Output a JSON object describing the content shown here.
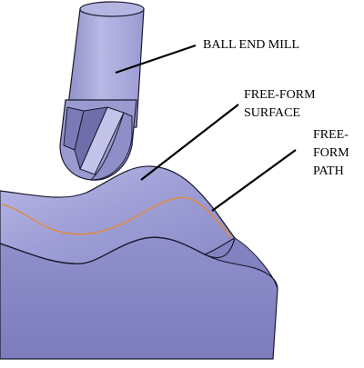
{
  "diagram": {
    "labels": {
      "ball_end_mill": "BALL END MILL",
      "surface_line1": "FREE-FORM",
      "surface_line2": "SURFACE",
      "path_line1": "FREE-",
      "path_line2": "FORM",
      "path_line3": "PATH"
    },
    "colors": {
      "surface_top": "#9a9ad0",
      "surface_side": "#8888c4",
      "tool_body": "#a8a8da",
      "tool_shadow": "#7f7fb8",
      "outline": "#1a1a2e",
      "path_curve": "#e8882a",
      "leader": "#000000"
    }
  }
}
